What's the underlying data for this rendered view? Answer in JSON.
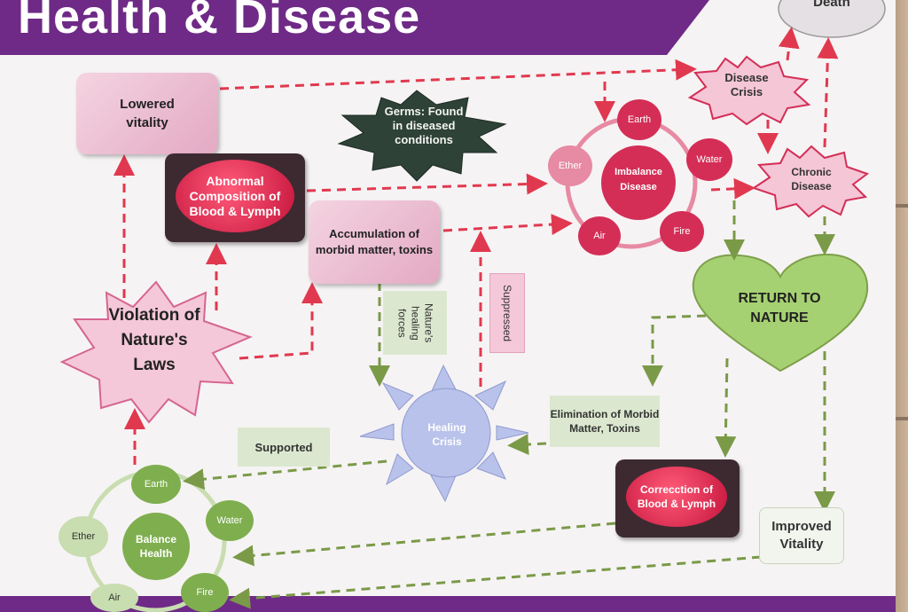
{
  "title": "Health & Disease",
  "nodes": {
    "death": "Death",
    "disease_crisis": "Disease Crisis",
    "lowered_vitality": "Lowered vitality",
    "germs": "Germs: Found in diseased conditions",
    "abnormal_composition": "Abnormal Composition of Blood & Lymph",
    "accumulation": "Accumulation of morbid matter, toxins",
    "imbalance_disease": "Imbalance Disease",
    "chronic_disease": "Chronic Disease",
    "violation": "Violation of Nature's Laws",
    "natures_healing_forces": "Nature's healing forces",
    "suppressed": "Suppressed",
    "return_to_nature": "RETURN TO NATURE",
    "healing_crisis": "Healing Crisis",
    "elimination": "Elimination of Morbid Matter, Toxins",
    "supported": "Supported",
    "correction": "Correcction of Blood & Lymph",
    "improved_vitality": "Improved Vitality",
    "balance_health": "Balance Health"
  },
  "elements": {
    "earth": "Earth",
    "water": "Water",
    "fire": "Fire",
    "air": "Air",
    "ether": "Ether"
  },
  "colors": {
    "title_band": "#6e2a86",
    "red_arrow": "#e0394f",
    "green_arrow": "#7a9a48",
    "imbalance_circle": "#d42e56",
    "balance_circle": "#7fae4f",
    "heart": "#9cc96a",
    "healing_sun": "#b9c2ea"
  }
}
